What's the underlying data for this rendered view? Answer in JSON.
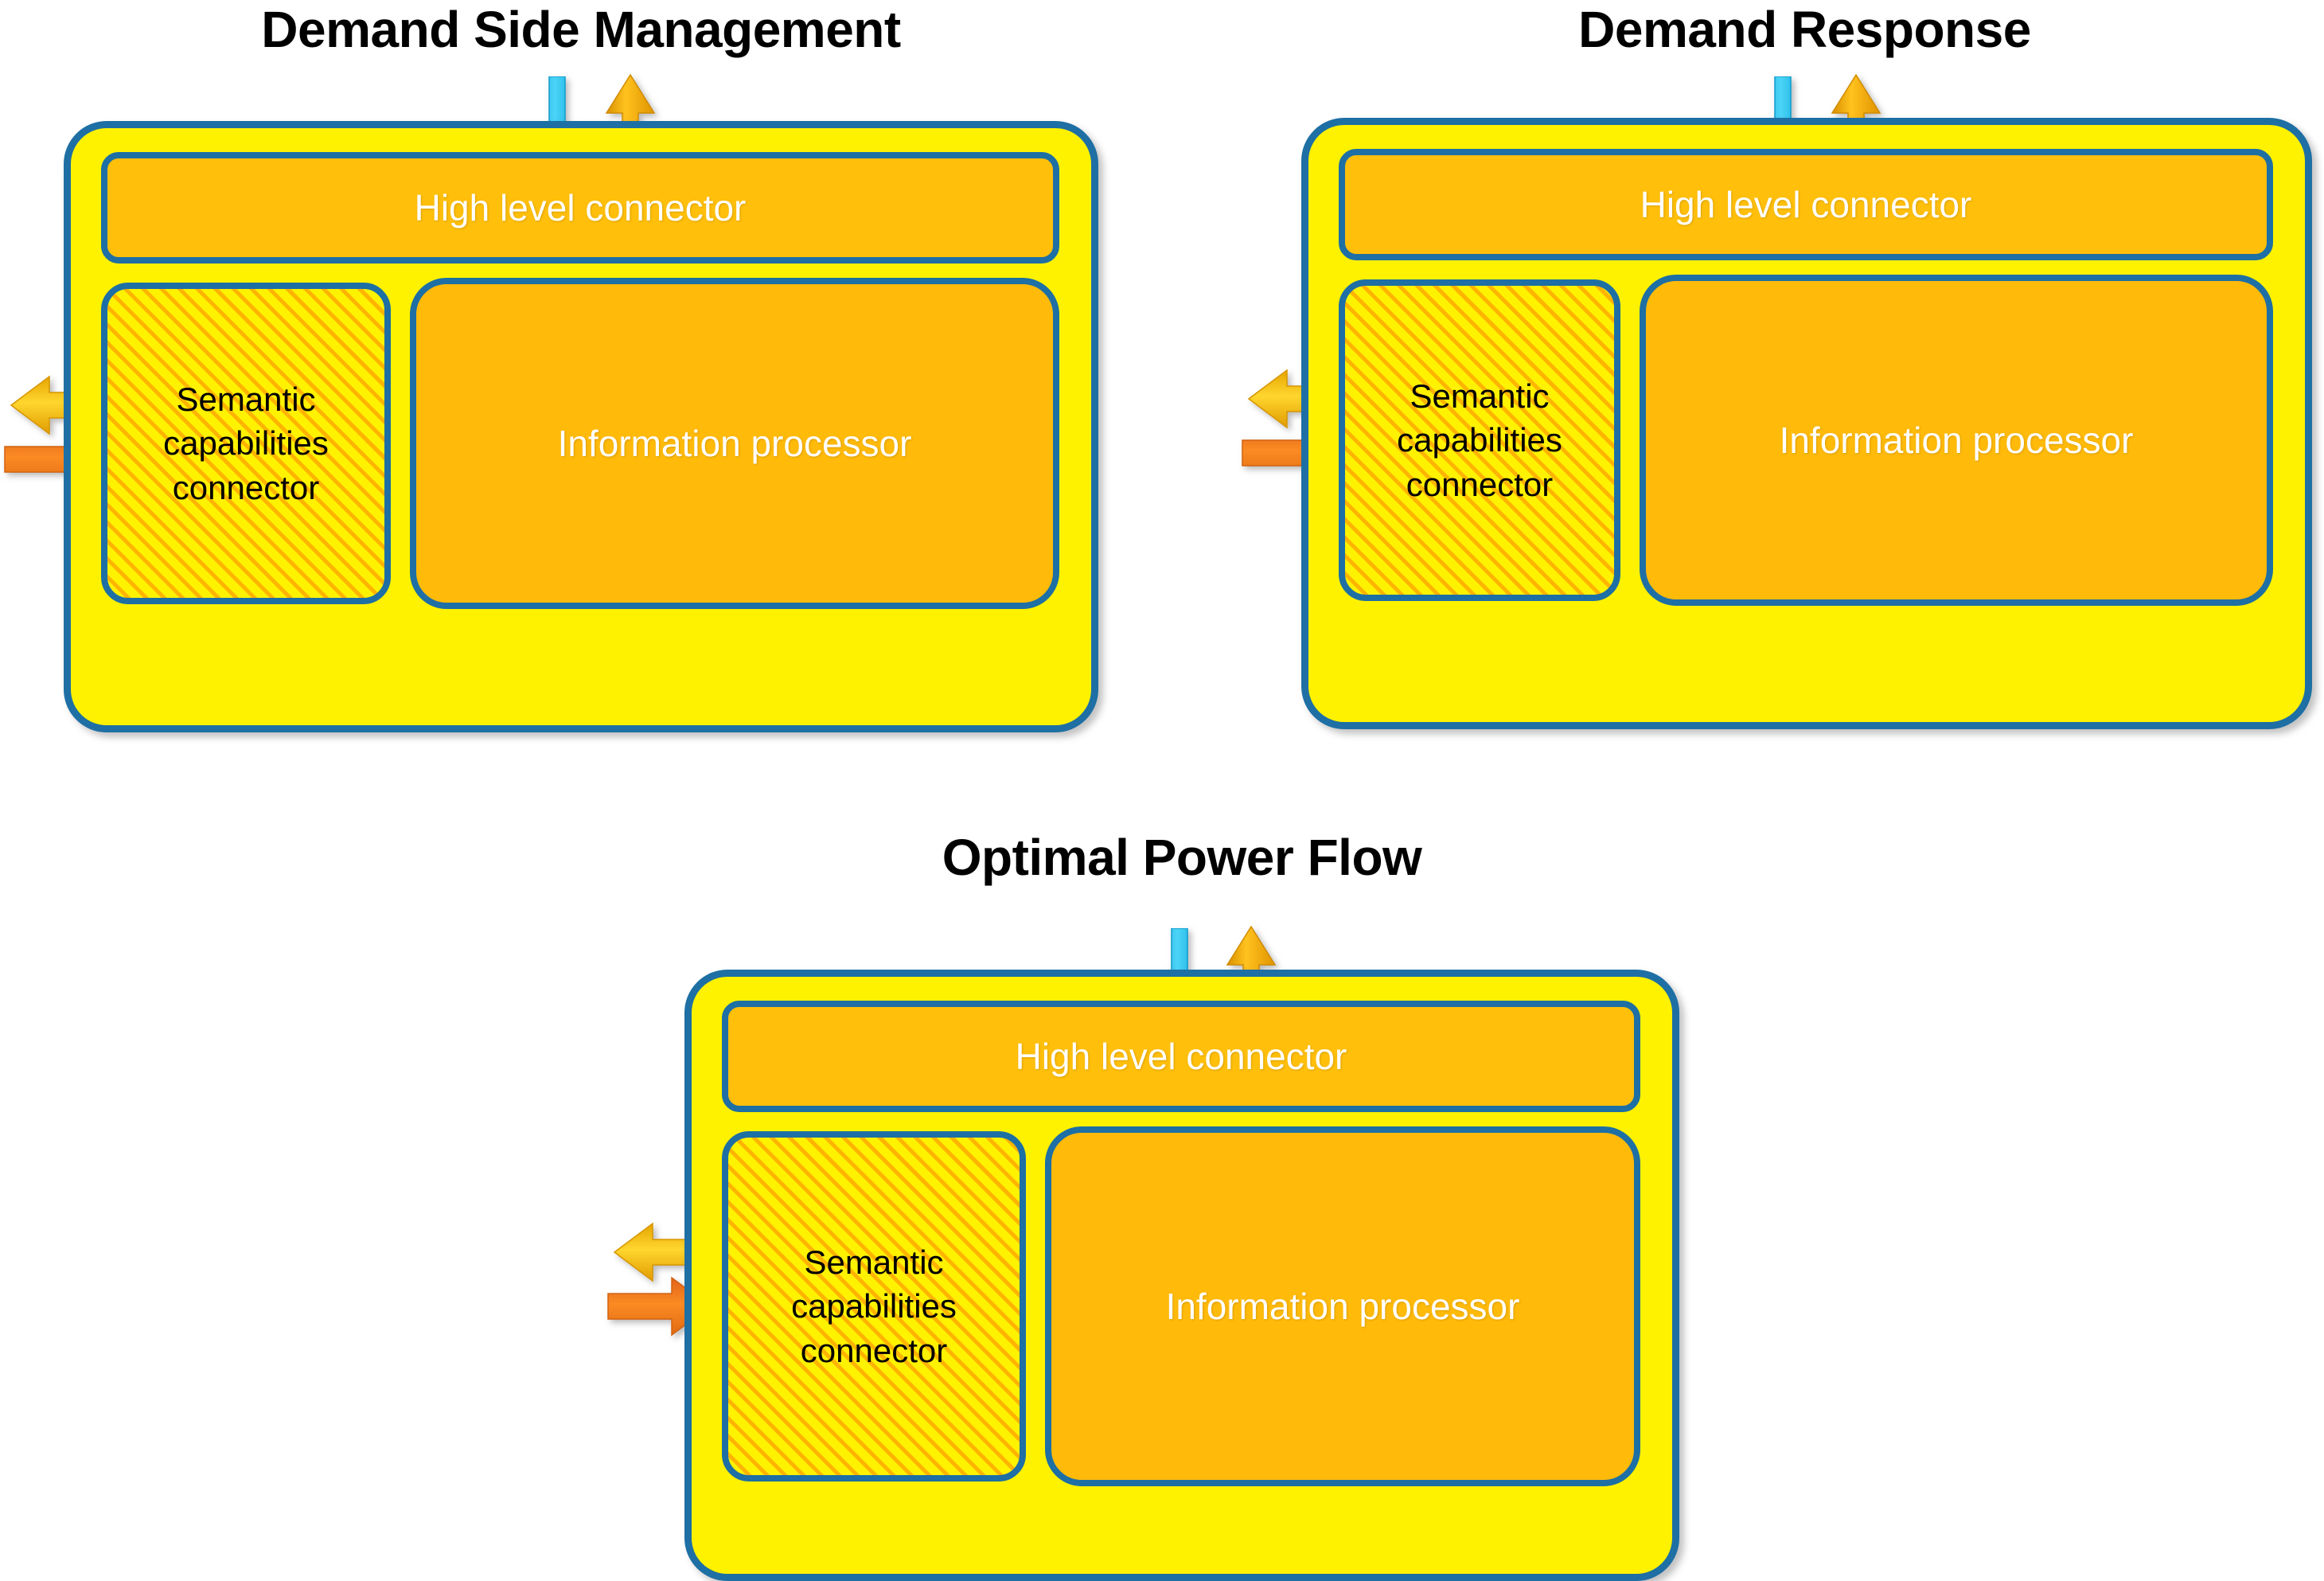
{
  "diagram": {
    "background_color": "#FFFFFF",
    "colors": {
      "outer_fill": "#FFF200",
      "border": "#1E6FA4",
      "connector_fill": "#FFBF0B",
      "hatch_stripe": "#FFB400",
      "down_arrow": "#29BDEF",
      "up_arrow": "#F2A900",
      "left_arrow": "#FFC800",
      "right_arrow": "#F57C1F",
      "title_text": "#000000",
      "connector_text": "#FFFFFF",
      "semantic_text": "#000000"
    },
    "panels": [
      {
        "id": "demand-side-management",
        "title": "Demand Side Management",
        "high_level_connector": "High level connector",
        "semantic_capabilities_connector": "Semantic capabilities connector",
        "information_processor": "Information processor",
        "arrows": [
          {
            "name": "top-down-arrow",
            "direction": "down",
            "color": "#29BDEF"
          },
          {
            "name": "top-up-arrow",
            "direction": "up",
            "color": "#F2A900"
          },
          {
            "name": "left-out-arrow",
            "direction": "left",
            "color": "#FFC800"
          },
          {
            "name": "left-in-arrow",
            "direction": "right",
            "color": "#F57C1F"
          }
        ]
      },
      {
        "id": "demand-response",
        "title": "Demand Response",
        "high_level_connector": "High level connector",
        "semantic_capabilities_connector": "Semantic capabilities connector",
        "information_processor": "Information processor",
        "arrows": [
          {
            "name": "top-down-arrow",
            "direction": "down",
            "color": "#29BDEF"
          },
          {
            "name": "top-up-arrow",
            "direction": "up",
            "color": "#F2A900"
          },
          {
            "name": "left-out-arrow",
            "direction": "left",
            "color": "#FFC800"
          },
          {
            "name": "left-in-arrow",
            "direction": "right",
            "color": "#F57C1F"
          }
        ]
      },
      {
        "id": "optimal-power-flow",
        "title": "Optimal Power Flow",
        "high_level_connector": "High level connector",
        "semantic_capabilities_connector": "Semantic capabilities connector",
        "information_processor": "Information processor",
        "arrows": [
          {
            "name": "top-down-arrow",
            "direction": "down",
            "color": "#29BDEF"
          },
          {
            "name": "top-up-arrow",
            "direction": "up",
            "color": "#F2A900"
          },
          {
            "name": "left-out-arrow",
            "direction": "left",
            "color": "#FFC800"
          },
          {
            "name": "left-in-arrow",
            "direction": "right",
            "color": "#F57C1F"
          }
        ]
      }
    ]
  }
}
